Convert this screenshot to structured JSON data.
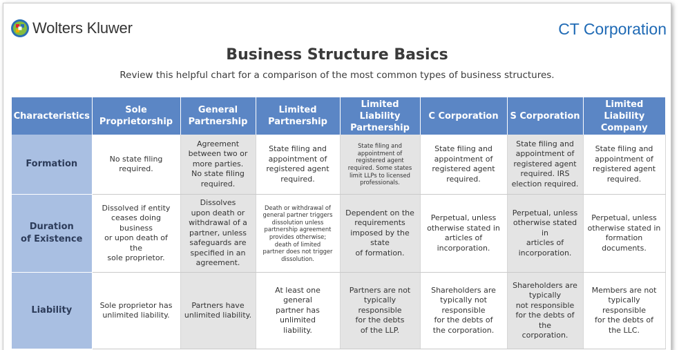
{
  "brand": {
    "logo_text": "Wolters Kluwer",
    "right_title": "CT Corporation",
    "colors": {
      "header_blue": "#5b86c5",
      "rowhead_blue": "#a9bfe2",
      "ct_blue": "#1f6ab5",
      "shade_gray": "#e4e4e4"
    }
  },
  "document": {
    "title": "Business Structure Basics",
    "subtitle": "Review this helpful chart for a comparison of the most common types of business structures."
  },
  "table": {
    "headers": [
      "Characteristics",
      "Sole\nProprietorship",
      "General\nPartnership",
      "Limited\nPartnership",
      "Limited Liability\nPartnership",
      "C Corporation",
      "S Corporation",
      "Limited Liability\nCompany"
    ],
    "rows": [
      {
        "label": "Formation",
        "cells": [
          "No state filing\nrequired.",
          "Agreement\nbetween two or\nmore parties.\nNo state filing\nrequired.",
          "State filing and\nappointment of\nregistered agent\nrequired.",
          "State filing and\nappointment of\nregistered agent\nrequired. Some states\nlimit LLPs to licensed\nprofessionals.",
          "State filing and\nappointment of\nregistered agent\nrequired.",
          "State filing and\nappointment of\nregistered agent\nrequired. IRS\nelection required.",
          "State filing and\nappointment of\nregistered agent\nrequired."
        ]
      },
      {
        "label": "Duration\nof Existence",
        "cells": [
          "Dissolved if entity\nceases doing\nbusiness\nor upon death of\nthe\nsole proprietor.",
          "Dissolves\nupon death or\nwithdrawal of a\npartner, unless\nsafeguards are\nspecified in an\nagreement.",
          "Death or withdrawal of\ngeneral partner triggers\ndissolution unless\npartnership agreement\nprovides otherwise;\ndeath of limited\npartner does not trigger\ndissolution.",
          "Dependent on the\nrequirements\nimposed by the\nstate\nof formation.",
          "Perpetual, unless\notherwise stated in\narticles of\nincorporation.",
          "Perpetual, unless\notherwise stated in\narticles of\nincorporation.",
          "Perpetual, unless\notherwise stated in\nformation\ndocuments."
        ]
      },
      {
        "label": "Liability",
        "cells": [
          "Sole proprietor has\nunlimited liability.",
          "Partners have\nunlimited liability.",
          "At least one\ngeneral\npartner has\nunlimited\nliability.",
          "Partners are not\ntypically\nresponsible\nfor the debts\nof the LLP.",
          "Shareholders are\ntypically not\nresponsible\nfor the debts of\nthe corporation.",
          "Shareholders are\ntypically\nnot responsible\nfor the debts of the\ncorporation.",
          "Members are not\ntypically\nresponsible\nfor the debts of\nthe LLC."
        ]
      }
    ]
  }
}
